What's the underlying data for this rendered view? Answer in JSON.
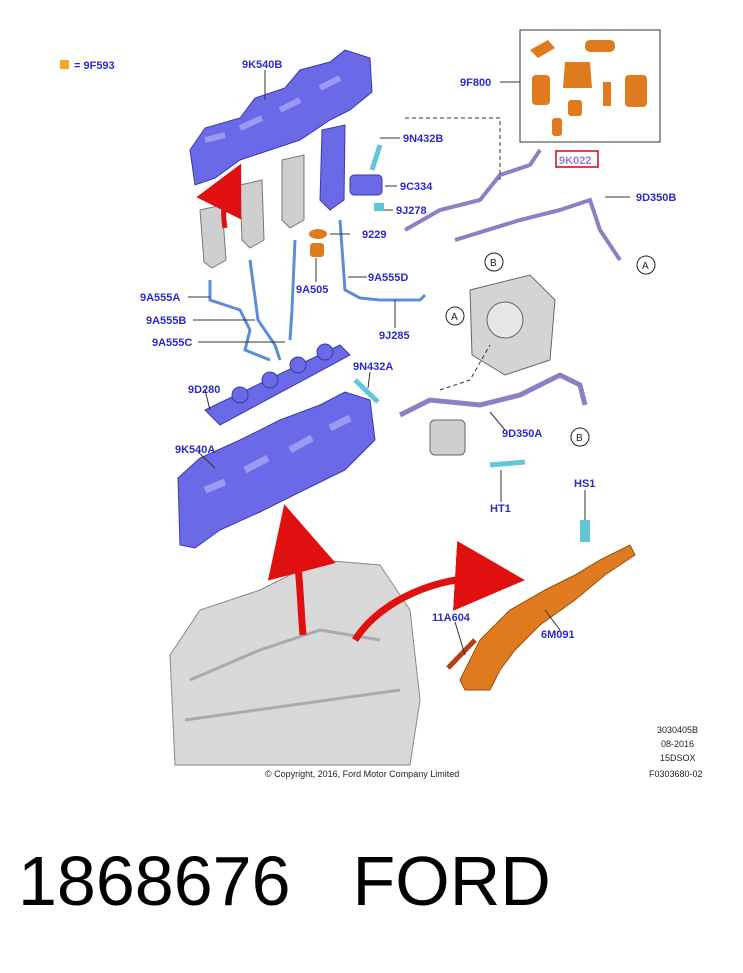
{
  "legend": {
    "marker_color": "#f5a623",
    "text": "= 9F593"
  },
  "labels": {
    "9K540B": "9K540B",
    "9F800": "9F800",
    "9N432B": "9N432B",
    "9K022": "9K022",
    "9C334": "9C334",
    "9D350B": "9D350B",
    "9J278": "9J278",
    "9229": "9229",
    "9A505": "9A505",
    "9A555D": "9A555D",
    "9A555A": "9A555A",
    "9A555B": "9A555B",
    "9A555C": "9A555C",
    "9J285": "9J285",
    "9N432A": "9N432A",
    "9D280": "9D280",
    "9D350A": "9D350A",
    "9K540A": "9K540A",
    "HS1": "HS1",
    "HT1": "HT1",
    "11A604": "11A604",
    "6M091": "6M091"
  },
  "callouts": {
    "A": "A",
    "B": "B"
  },
  "meta": {
    "code": "3030405B",
    "date": "08-2016",
    "model": "15DSOX",
    "figure": "F0303680-02",
    "copyright": "© Copyright, 2016, Ford Motor Company Limited"
  },
  "part_number": "1868676",
  "brand": "FORD",
  "colors": {
    "label": "#2b2bc4",
    "highlight_box": "#d0021b",
    "part_blue": "#6a6ae8",
    "part_orange": "#e07a1f",
    "arrow_red": "#e01010",
    "engine_gray": "#d8d8d8"
  }
}
